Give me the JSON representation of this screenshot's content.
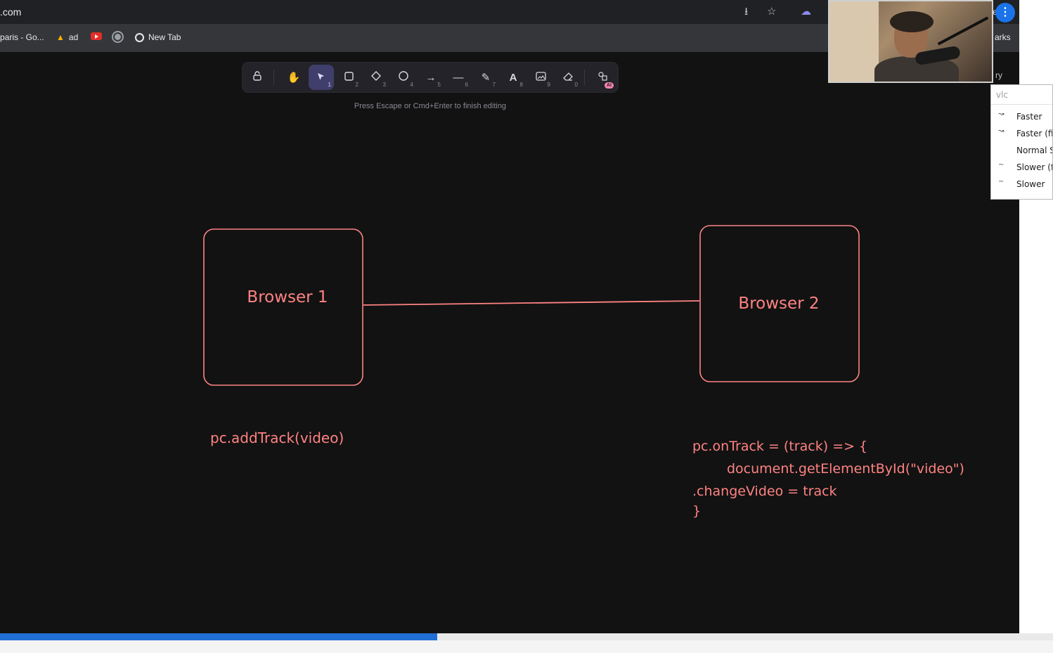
{
  "browser": {
    "url_fragment": ".com",
    "bookmarks": [
      "paris - Go...",
      "ad",
      "New Tab"
    ],
    "right_peek": {
      "bookmarks_fragment": "arks",
      "tab_fragment": "ry",
      "badge_fragment": "e"
    }
  },
  "toolbar": {
    "tools": [
      {
        "icon": "lock-icon",
        "num": ""
      },
      {
        "icon": "hand-icon",
        "num": ""
      },
      {
        "icon": "selection-arrow-icon",
        "num": "1",
        "active": true
      },
      {
        "icon": "rectangle-icon",
        "num": "2"
      },
      {
        "icon": "diamond-icon",
        "num": "3"
      },
      {
        "icon": "ellipse-icon",
        "num": "4"
      },
      {
        "icon": "arrow-icon",
        "num": "5"
      },
      {
        "icon": "line-icon",
        "num": "6"
      },
      {
        "icon": "pencil-icon",
        "num": "7"
      },
      {
        "icon": "text-icon",
        "num": "8"
      },
      {
        "icon": "image-icon",
        "num": "9"
      },
      {
        "icon": "eraser-icon",
        "num": "0"
      },
      {
        "icon": "shapes-ai-icon",
        "num": ""
      }
    ],
    "ai_badge": "AI",
    "hint": "Press Escape or Cmd+Enter to finish editing",
    "accent": "#403e6a"
  },
  "canvas": {
    "stroke_color": "#ff8383",
    "box1_label": "Browser 1",
    "box2_label": "Browser 2",
    "code_left": "pc.addTrack(video)",
    "code_right": [
      "pc.onTrack = (track) => {",
      "document.getElementById(\"video\")",
      ".changeVideo = track",
      "}"
    ]
  },
  "vlc_menu": {
    "title": "vlc",
    "items": [
      {
        "label": "Faster",
        "icon": "fast-icon"
      },
      {
        "label": "Faster (fine)",
        "icon": "fast-icon"
      },
      {
        "label": "Normal Speed",
        "icon": ""
      },
      {
        "label": "Slower (fine)",
        "icon": "slow-icon"
      },
      {
        "label": "Slower",
        "icon": "slow-icon"
      }
    ]
  },
  "playback": {
    "progress": 0.415,
    "color": "#1f6fd6"
  }
}
